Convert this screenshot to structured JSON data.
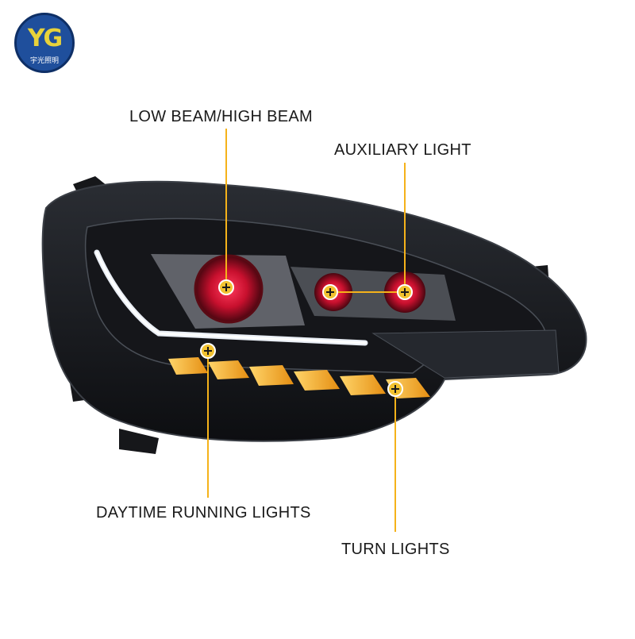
{
  "logo": {
    "mark": "YG",
    "text": "宇光照明"
  },
  "labels": {
    "low_high_beam": "LOW BEAM/HIGH BEAM",
    "auxiliary": "AUXILIARY LIGHT",
    "drl": "DAYTIME RUNNING LIGHTS",
    "turn": "TURN LIGHTS"
  },
  "colors": {
    "leader": "#f5b21a",
    "marker_fill": "#f2c230",
    "housing": "#1b1d22",
    "red_glow": "#c8102e",
    "amber": "#f7b733"
  }
}
